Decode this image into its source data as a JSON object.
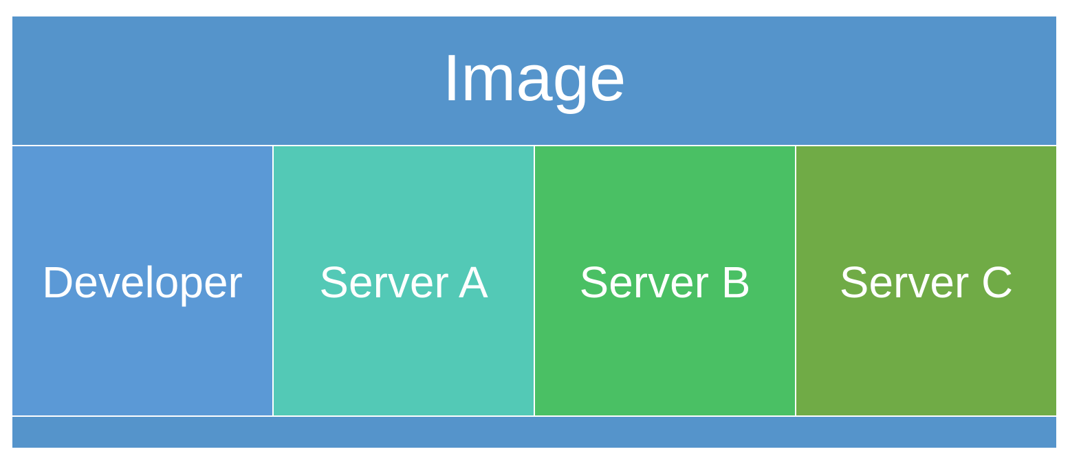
{
  "header": {
    "title": "Image",
    "color": "#5594cb"
  },
  "columns": [
    {
      "label": "Developer",
      "color": "#5b99d6"
    },
    {
      "label": "Server A",
      "color": "#53c9b6"
    },
    {
      "label": "Server B",
      "color": "#4ac064"
    },
    {
      "label": "Server C",
      "color": "#70ab46"
    }
  ],
  "text_color": "#ffffff"
}
